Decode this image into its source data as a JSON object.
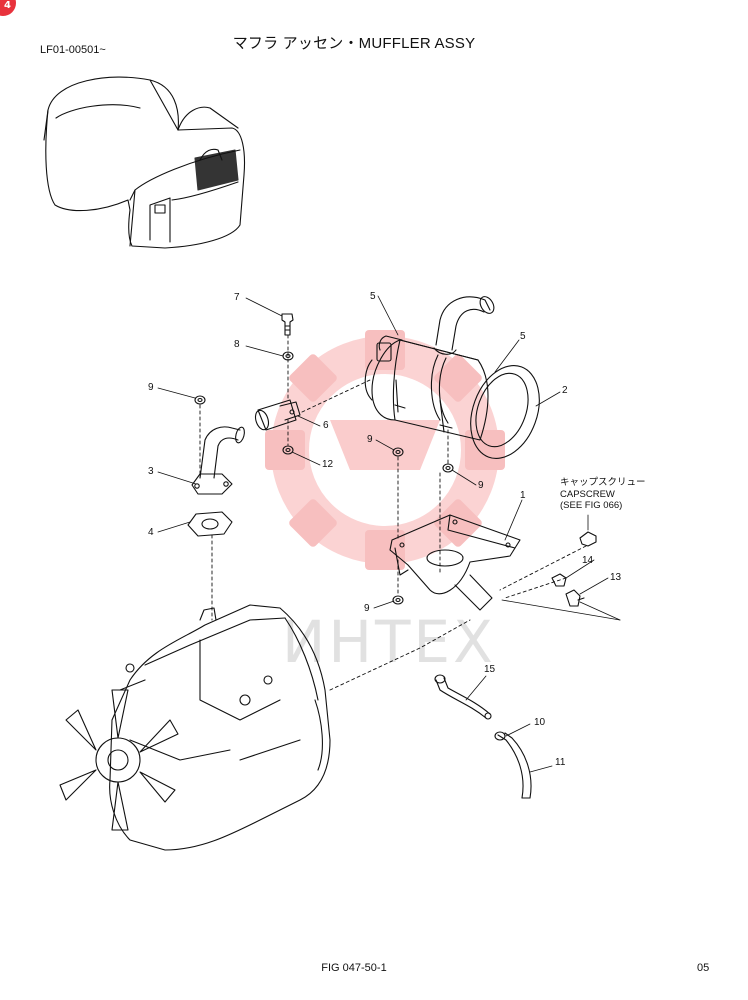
{
  "header": {
    "title": "マフラ アッセン・MUFFLER ASSY",
    "serial_range": "LF01-00501~"
  },
  "corner_badge": {
    "text": "4",
    "color": "#e8323c"
  },
  "watermark": {
    "text": "ИНТЕХ",
    "color": "#f28b8b"
  },
  "note": {
    "line_jp": "キャップスクリュー",
    "line_en": "CAPSCREW",
    "line_ref": "(SEE FIG 066)"
  },
  "callouts": {
    "c1": "1",
    "c2": "2",
    "c3": "3",
    "c4": "4",
    "c5a": "5",
    "c5b": "5",
    "c6": "6",
    "c7": "7",
    "c8": "8",
    "c9a": "9",
    "c9b": "9",
    "c9c": "9",
    "c9d": "9",
    "c10": "10",
    "c11": "11",
    "c12": "12",
    "c13": "13",
    "c14": "14",
    "c15": "15"
  },
  "footer": {
    "figure": "FIG 047-50-1",
    "page": "05"
  }
}
